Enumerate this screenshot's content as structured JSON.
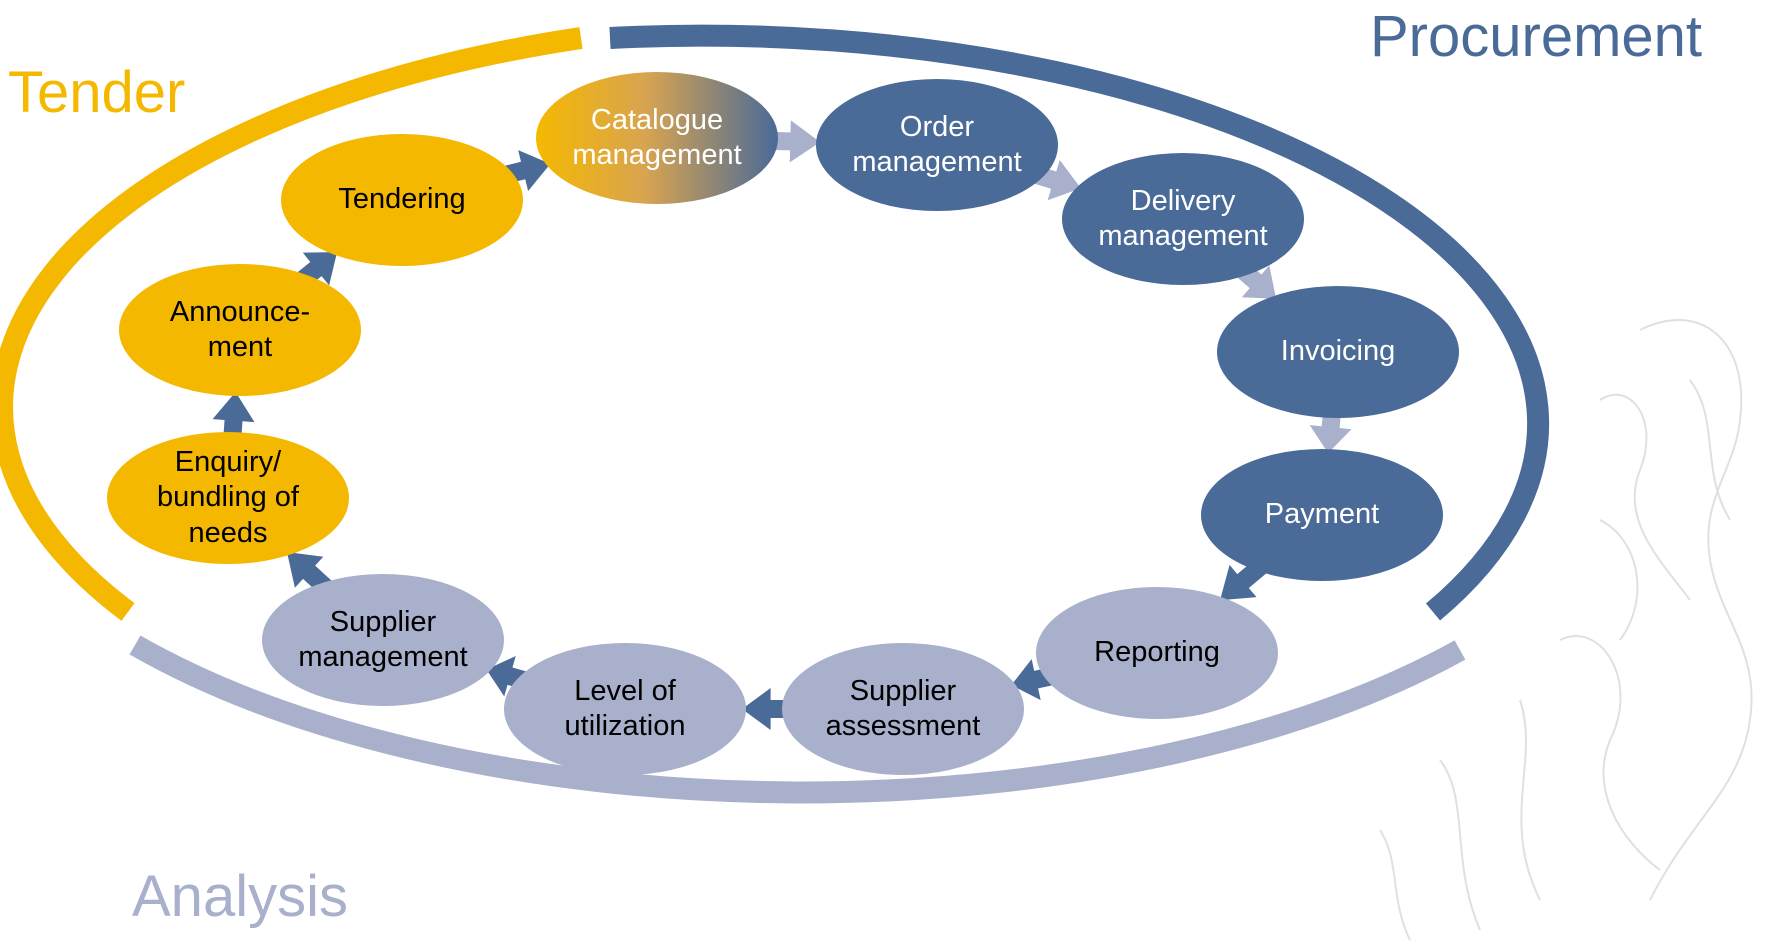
{
  "phases": {
    "tender": {
      "label": "Tender",
      "color": "#F5B800"
    },
    "procurement": {
      "label": "Procurement",
      "color": "#4A6A98"
    },
    "analysis": {
      "label": "Analysis",
      "color": "#A8B0CB"
    }
  },
  "nodes": [
    {
      "id": "catalogue",
      "label": "Catalogue\nmanagement",
      "phase": "tender-to-procurement",
      "text_color": "#ffffff"
    },
    {
      "id": "order",
      "label": "Order\nmanagement",
      "phase": "procurement",
      "text_color": "#ffffff"
    },
    {
      "id": "delivery",
      "label": "Delivery\nmanagement",
      "phase": "procurement",
      "text_color": "#ffffff"
    },
    {
      "id": "invoicing",
      "label": "Invoicing",
      "phase": "procurement",
      "text_color": "#ffffff"
    },
    {
      "id": "payment",
      "label": "Payment",
      "phase": "procurement",
      "text_color": "#ffffff"
    },
    {
      "id": "reporting",
      "label": "Reporting",
      "phase": "analysis",
      "text_color": "#000000"
    },
    {
      "id": "supplier-assessment",
      "label": "Supplier\nassessment",
      "phase": "analysis",
      "text_color": "#000000"
    },
    {
      "id": "utilization",
      "label": "Level of\nutilization",
      "phase": "analysis",
      "text_color": "#000000"
    },
    {
      "id": "supplier-management",
      "label": "Supplier\nmanagement",
      "phase": "analysis",
      "text_color": "#000000"
    },
    {
      "id": "enquiry",
      "label": "Enquiry/\nbundling of\nneeds",
      "phase": "tender",
      "text_color": "#000000"
    },
    {
      "id": "announcement",
      "label": "Announce-\nment",
      "phase": "tender",
      "text_color": "#000000"
    },
    {
      "id": "tendering",
      "label": "Tendering",
      "phase": "tender",
      "text_color": "#000000"
    }
  ],
  "flow": [
    {
      "from": "catalogue",
      "to": "order",
      "color": "#A8B0CB"
    },
    {
      "from": "order",
      "to": "delivery",
      "color": "#A8B0CB"
    },
    {
      "from": "delivery",
      "to": "invoicing",
      "color": "#A8B0CB"
    },
    {
      "from": "invoicing",
      "to": "payment",
      "color": "#A8B0CB"
    },
    {
      "from": "payment",
      "to": "reporting",
      "color": "#4A6A98"
    },
    {
      "from": "reporting",
      "to": "supplier-assessment",
      "color": "#4A6A98"
    },
    {
      "from": "supplier-assessment",
      "to": "utilization",
      "color": "#4A6A98"
    },
    {
      "from": "utilization",
      "to": "supplier-management",
      "color": "#4A6A98"
    },
    {
      "from": "supplier-management",
      "to": "enquiry",
      "color": "#4A6A98"
    },
    {
      "from": "enquiry",
      "to": "announcement",
      "color": "#4A6A98"
    },
    {
      "from": "announcement",
      "to": "tendering",
      "color": "#4A6A98"
    },
    {
      "from": "tendering",
      "to": "catalogue",
      "color": "#4A6A98"
    }
  ]
}
